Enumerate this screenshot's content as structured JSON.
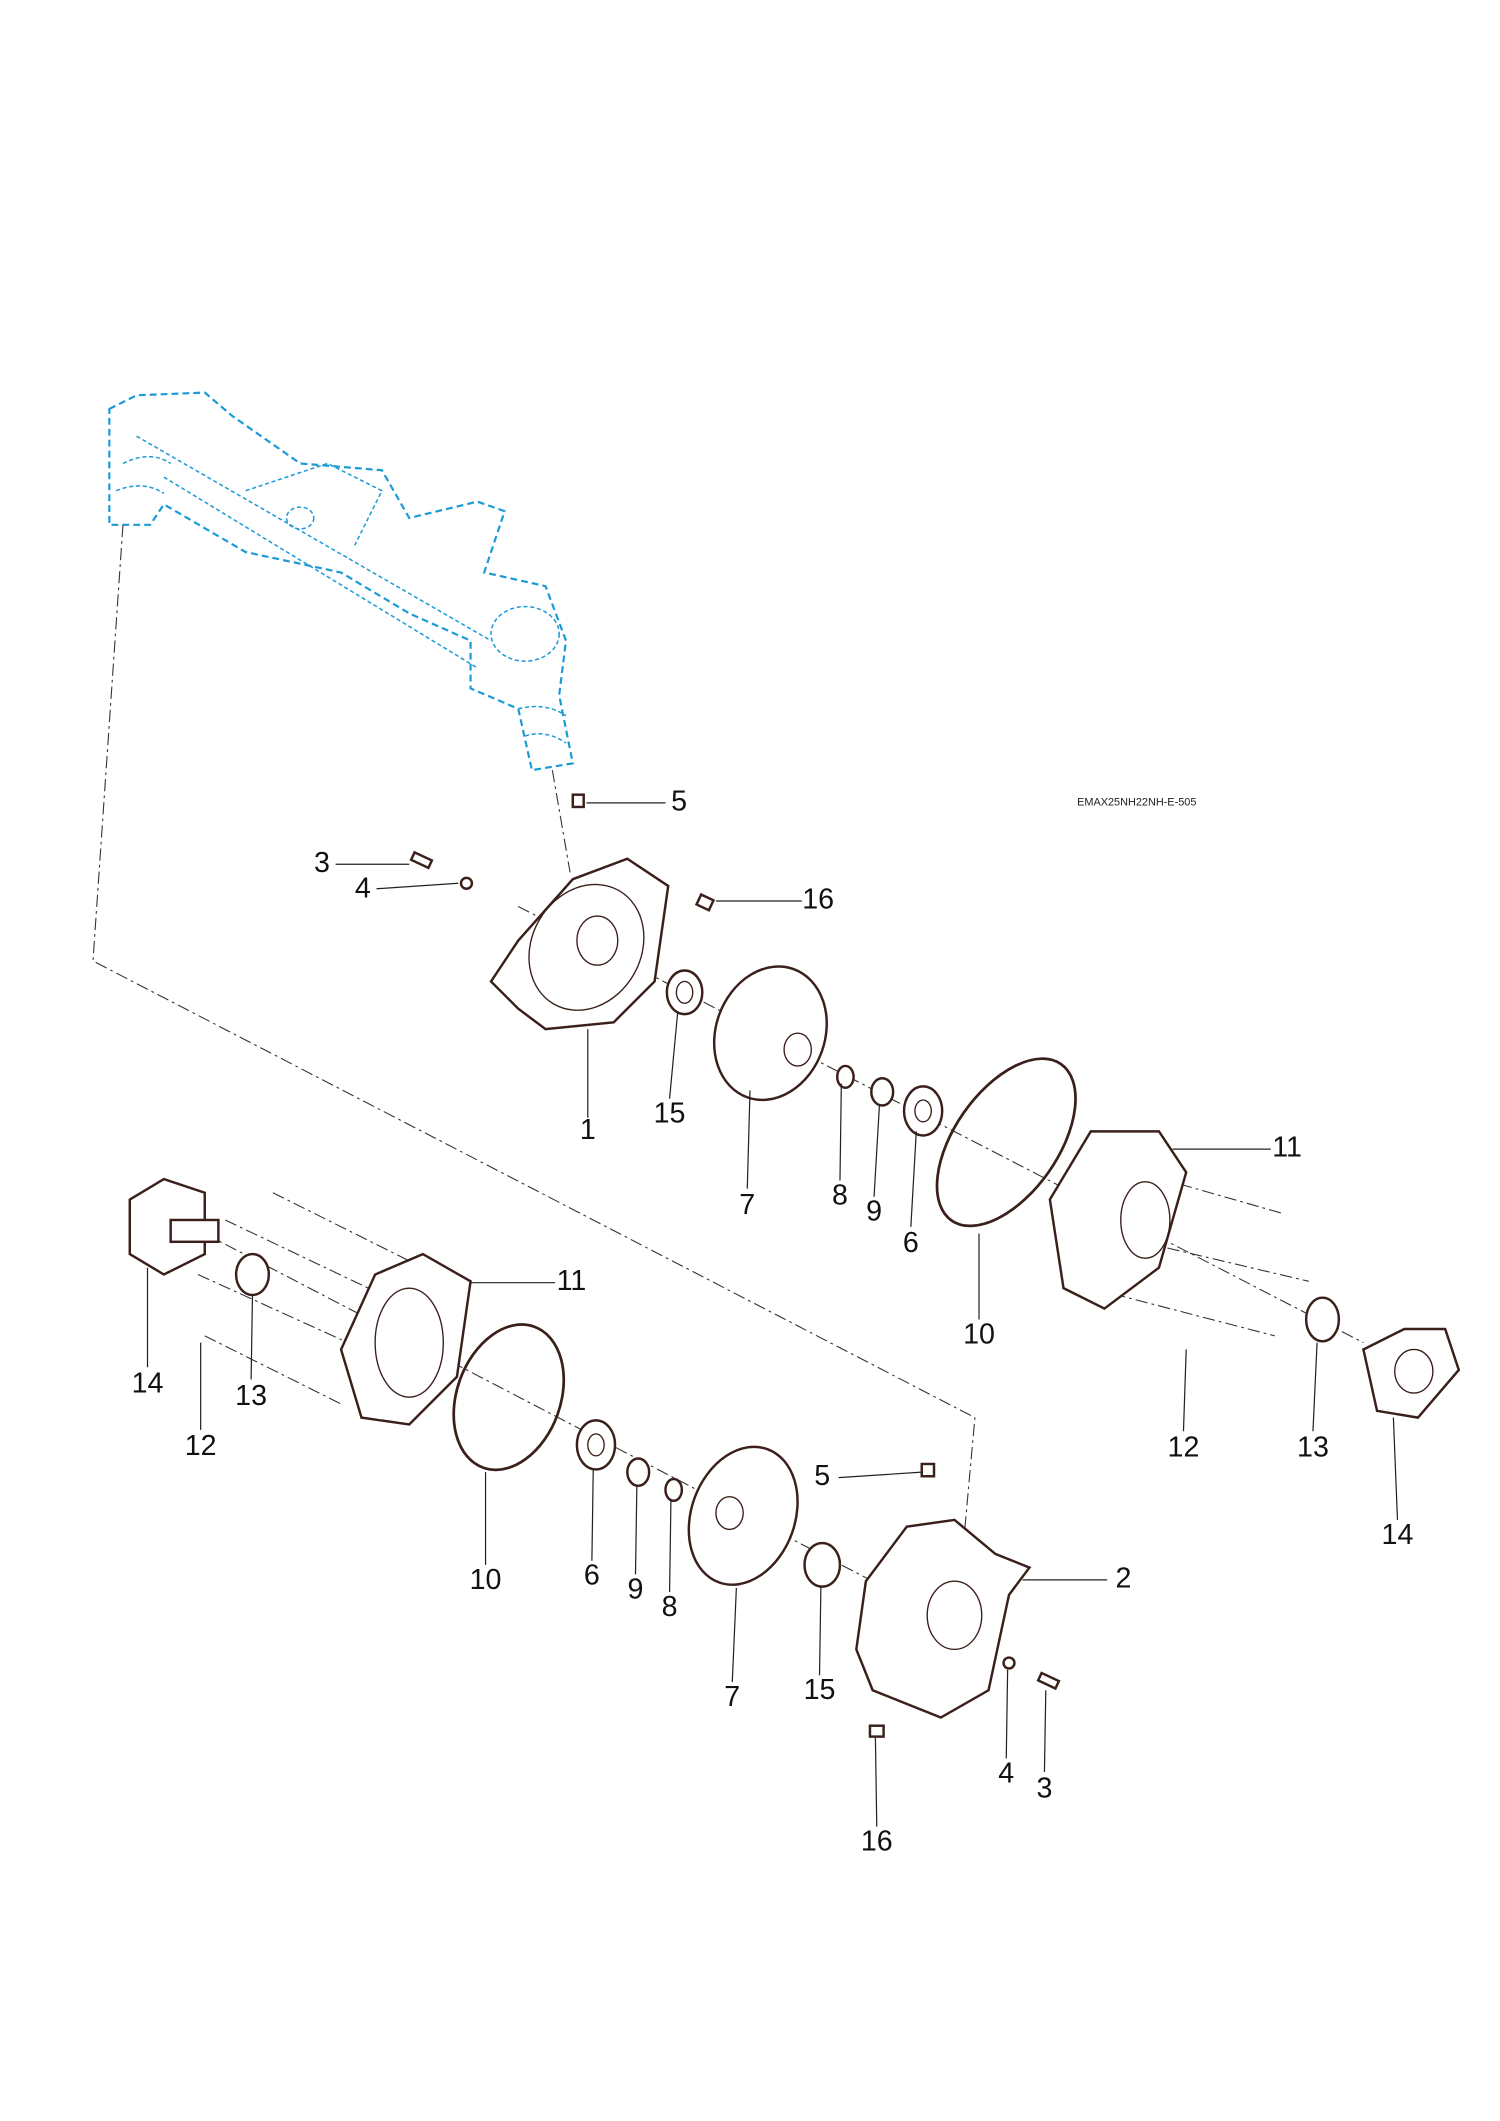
{
  "drawing_code": "EMAX25NH22NH-E-505",
  "callouts_upper": [
    "5",
    "3",
    "4",
    "16",
    "1",
    "15",
    "7",
    "8",
    "9",
    "6",
    "10",
    "11",
    "12",
    "13",
    "14"
  ],
  "callouts_lower": [
    "14",
    "13",
    "12",
    "11",
    "10",
    "6",
    "9",
    "8",
    "7",
    "15",
    "5",
    "2",
    "4",
    "3",
    "16"
  ],
  "colors": {
    "reference_part": "#1a9ad6",
    "part_outline": "#3a1f1a"
  }
}
